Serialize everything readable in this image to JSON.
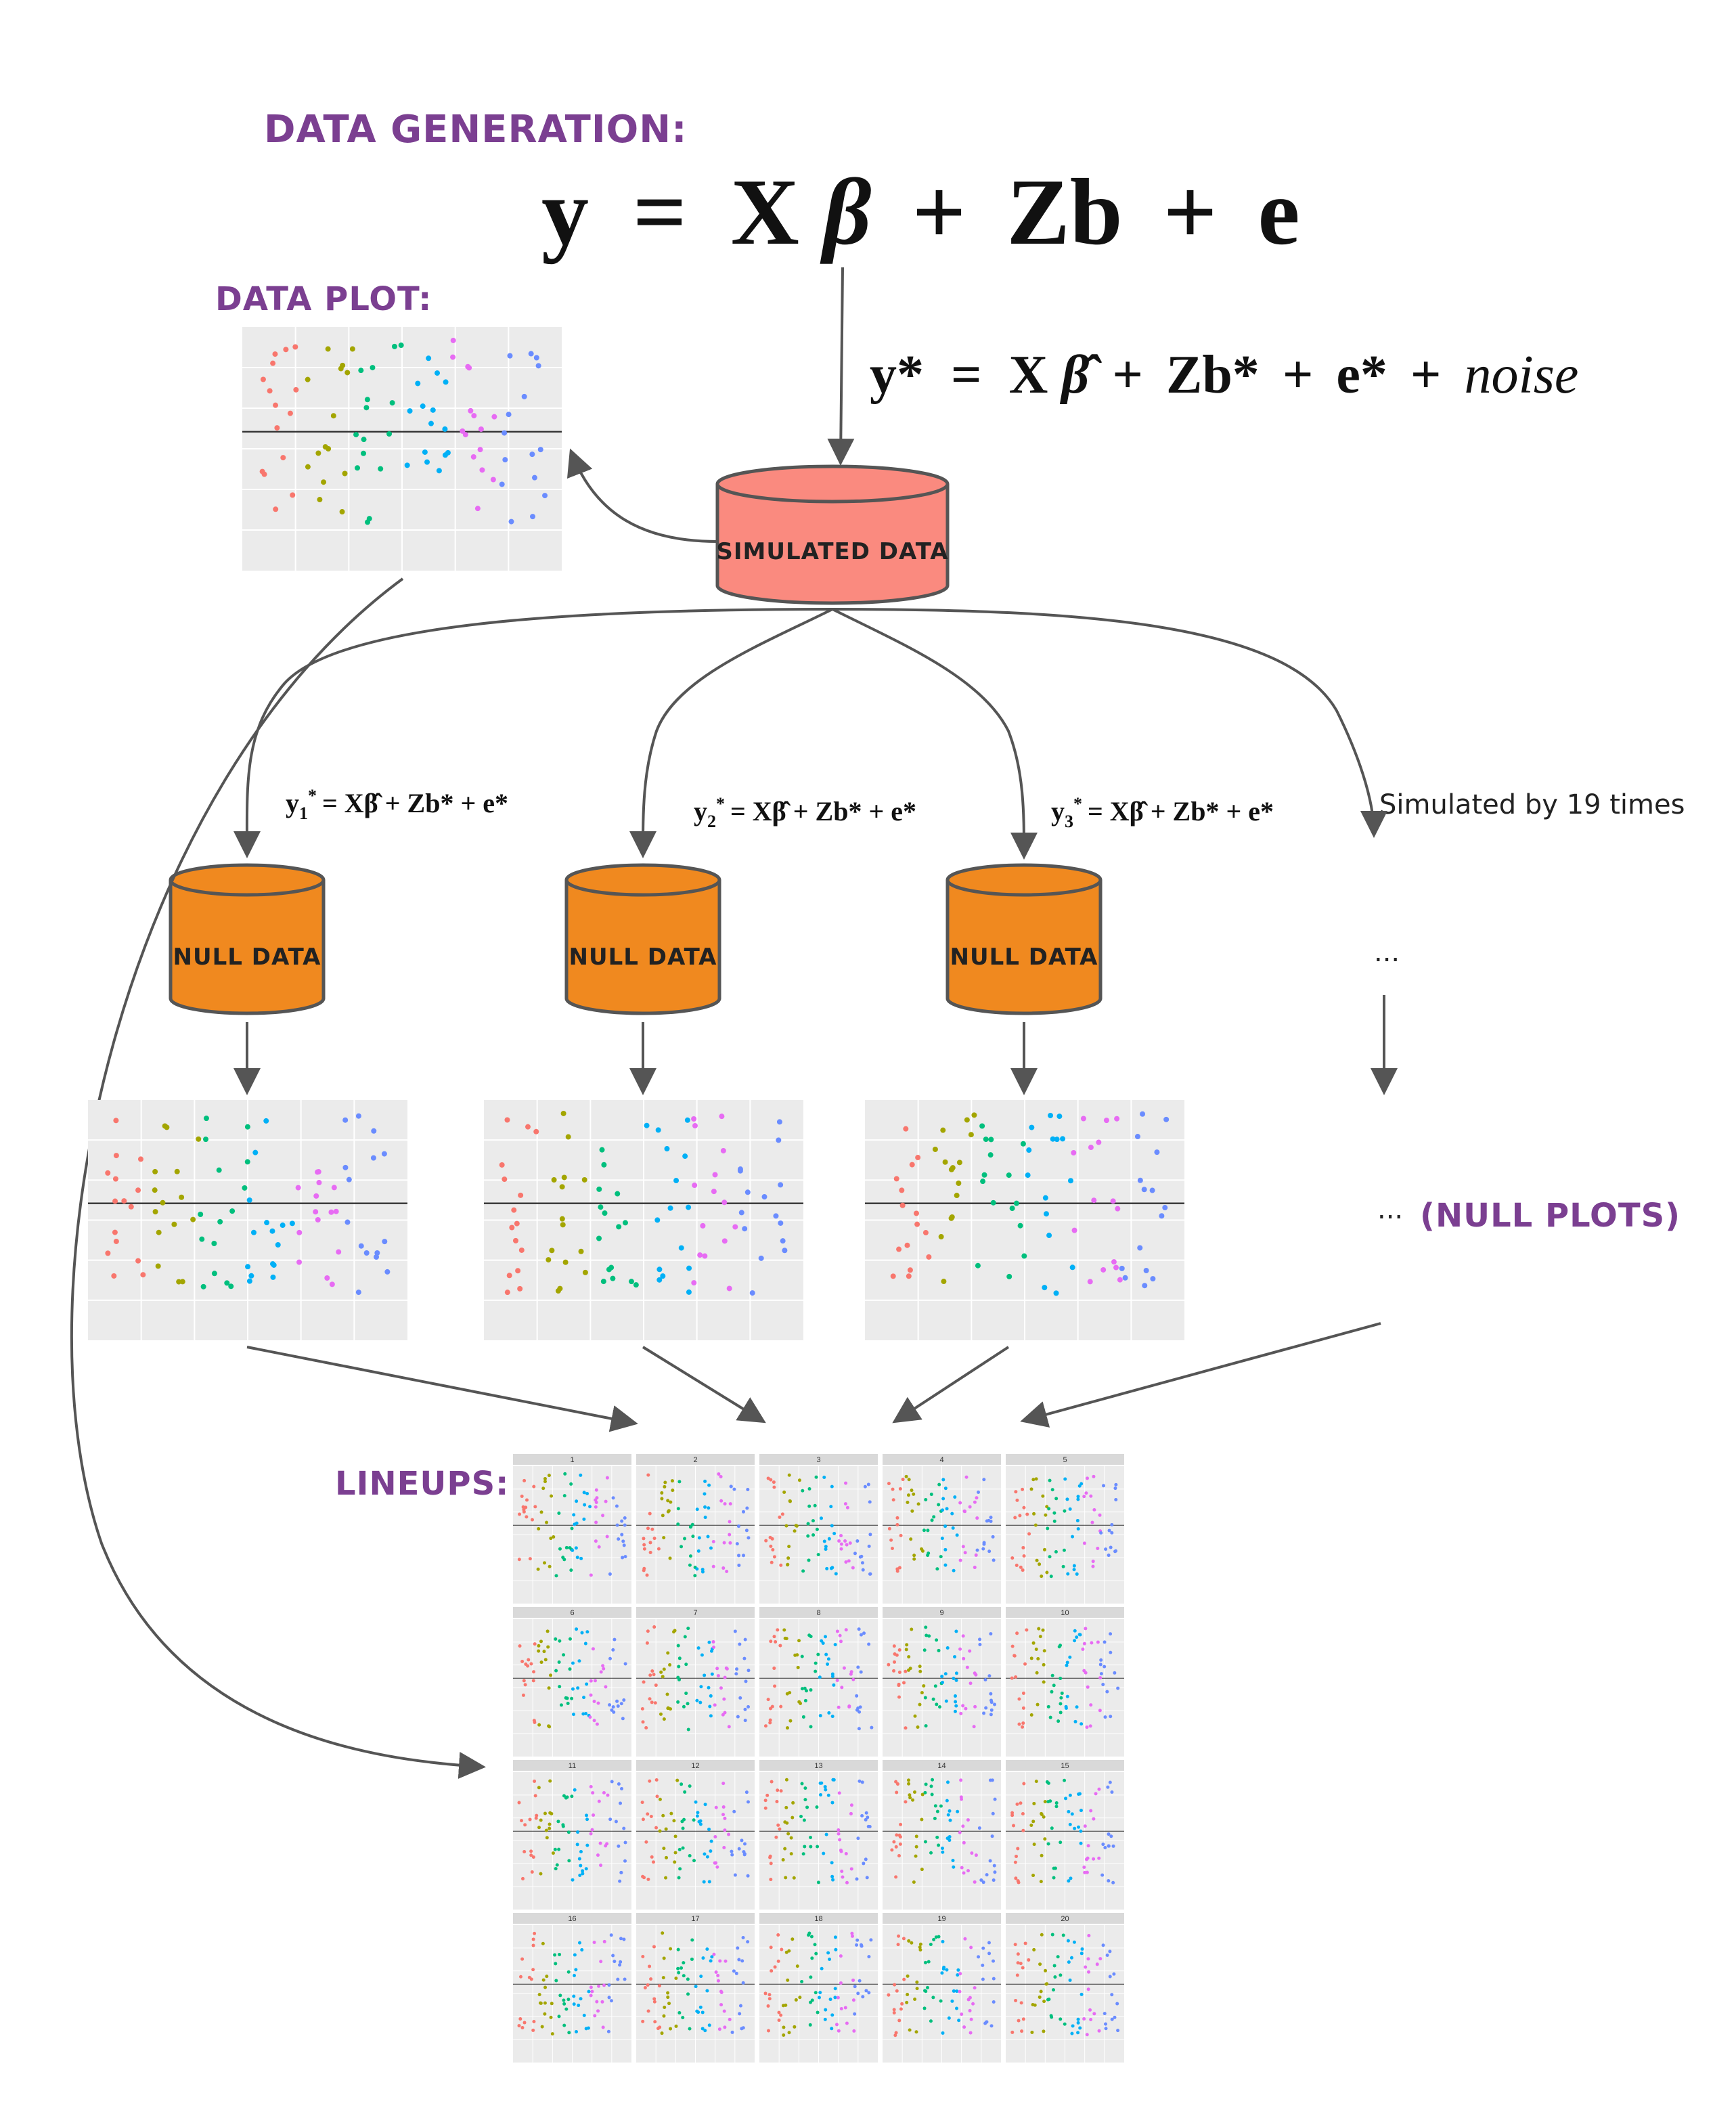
{
  "labels": {
    "data_generation": "DATA GENERATION:",
    "data_plot": "DATA PLOT:",
    "lineups": "LINEUPS:",
    "null_plots": "(NULL PLOTS)",
    "ellipsis": "...",
    "simulated_times": "Simulated by 19 times"
  },
  "equations": {
    "main": {
      "y": "y",
      "eq": "=",
      "X": "X",
      "beta": "β",
      "p1": "+",
      "Zb": "Zb",
      "p2": "+",
      "e": "e"
    },
    "simulated": {
      "y": "y*",
      "eq": "=",
      "X": "X",
      "beta": "β̂",
      "p1": "+",
      "Zb": "Zb*",
      "p2": "+",
      "e": "e*",
      "p3": "+",
      "noise": "noise"
    },
    "null_1": {
      "y": "y",
      "sub": "1",
      "sup": "*",
      "rhs": "= Xβ̂ + Zb* + e*"
    },
    "null_2": {
      "y": "y",
      "sub": "2",
      "sup": "*",
      "rhs": "= Xβ̂ + Zb* + e*"
    },
    "null_3": {
      "y": "y",
      "sub": "3",
      "sup": "*",
      "rhs": "= Xβ̂ + Zb* + e*"
    }
  },
  "cylinders": {
    "simulated": {
      "label": "SIMULATED DATA",
      "color": "#fa8a7f"
    },
    "null": {
      "label": "NULL DATA",
      "color": "#f0891f"
    }
  },
  "lineup_panels": [
    "1",
    "2",
    "3",
    "4",
    "5",
    "6",
    "7",
    "8",
    "9",
    "10",
    "11",
    "12",
    "13",
    "14",
    "15",
    "16",
    "17",
    "18",
    "19",
    "20"
  ],
  "colors": {
    "accent_text": "#7b3f91",
    "plot_bg": "#ebebeb",
    "strip_bg": "#d9d9d9",
    "groups": [
      "#f8766d",
      "#a3a500",
      "#00bf7d",
      "#00b0f6",
      "#e76bf3",
      "#6a8cff"
    ]
  }
}
